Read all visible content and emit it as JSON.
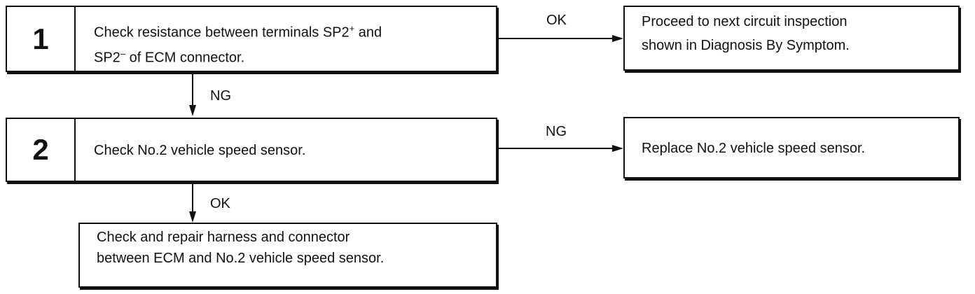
{
  "step1": {
    "number": "1",
    "line1_pre": "Check resistance between terminals SP2",
    "line1_sup": "+",
    "line1_post": " and",
    "line2_pre": "SP2",
    "line2_sup": "–",
    "line2_post": " of ECM connector."
  },
  "step2": {
    "number": "2",
    "text": "Check No.2 vehicle speed sensor."
  },
  "step3": {
    "line1": "Check and repair harness and connector",
    "line2": "between ECM and No.2 vehicle speed sensor."
  },
  "result_ok_1": {
    "line1": "Proceed to next circuit inspection",
    "line2": "shown in Diagnosis By Symptom."
  },
  "result_ng_2": {
    "text": "Replace No.2 vehicle speed sensor."
  },
  "labels": {
    "ok1": "OK",
    "ng1": "NG",
    "ng2": "NG",
    "ok2": "OK"
  }
}
